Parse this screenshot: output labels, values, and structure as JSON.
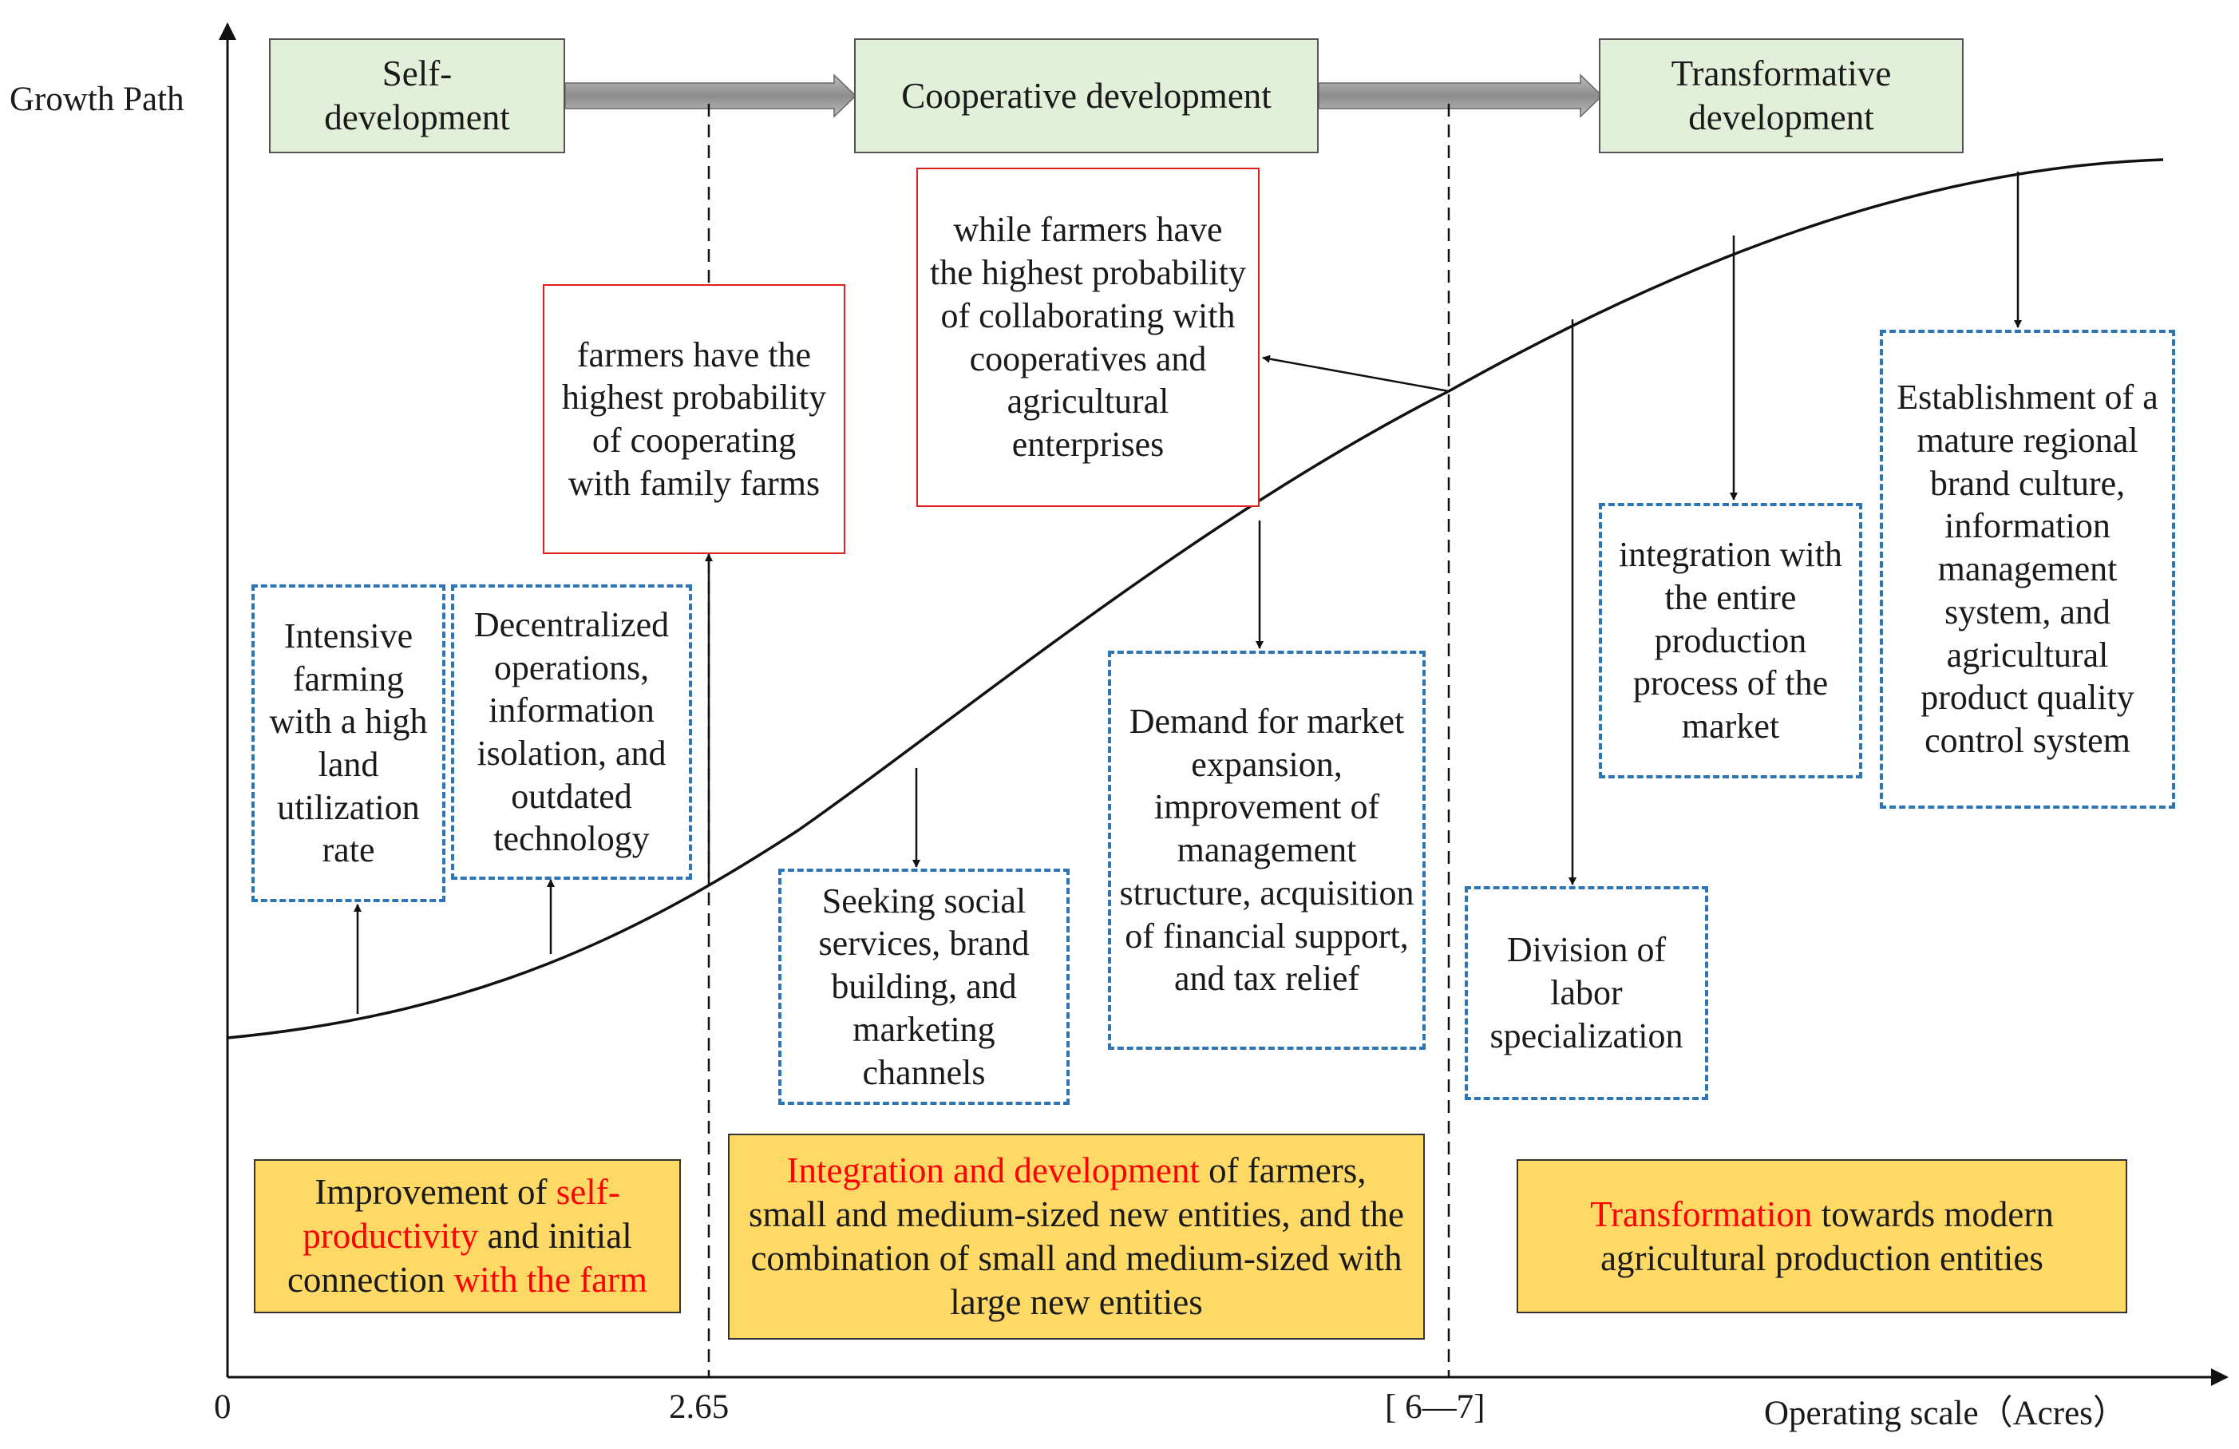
{
  "axes": {
    "y_label": "Growth Path",
    "x_label": "Operating scale（Acres）",
    "tick_zero": "0",
    "tick_mid": "2.65",
    "tick_range": "[ 6—7]"
  },
  "stages": {
    "self": "Self-\ndevelopment",
    "cooperative": "Cooperative development",
    "transformative": "Transformative\ndevelopment"
  },
  "probability_notes": {
    "family_farms": "farmers have the highest probability of cooperating with family farms",
    "cooperatives": "while farmers have the highest probability of collaborating with cooperatives and agricultural enterprises"
  },
  "features": {
    "intensive": "Intensive farming with a high land utilization rate",
    "decentralized": "Decentralized operations, information isolation, and outdated technology",
    "social": "Seeking social services, brand building, and marketing channels",
    "demand": "Demand for market expansion, improvement of management structure, acquisition of financial support, and tax relief",
    "division": "Division of labor specialization",
    "integration": "integration with the entire production process of the market",
    "brand": "Establishment of a mature regional brand culture, information management system, and agricultural product quality control system"
  },
  "summaries": {
    "stage1": {
      "t1": "Improvement of ",
      "h1": "self-productivity",
      "t2": " and initial connection ",
      "h2": "with the farm"
    },
    "stage2": {
      "h1": "Integration and development",
      "t1": " of farmers, small and medium-sized new entities, and the combination of small and medium-sized with large new entities"
    },
    "stage3": {
      "h1": "Transformation",
      "t1": " towards modern agricultural production entities"
    }
  },
  "colors": {
    "stage_fill": "#e2efd9",
    "summary_fill": "#ffd966",
    "dashed_border": "#2e75b6",
    "highlight": "#ff0000",
    "note_border": "#e02020"
  }
}
